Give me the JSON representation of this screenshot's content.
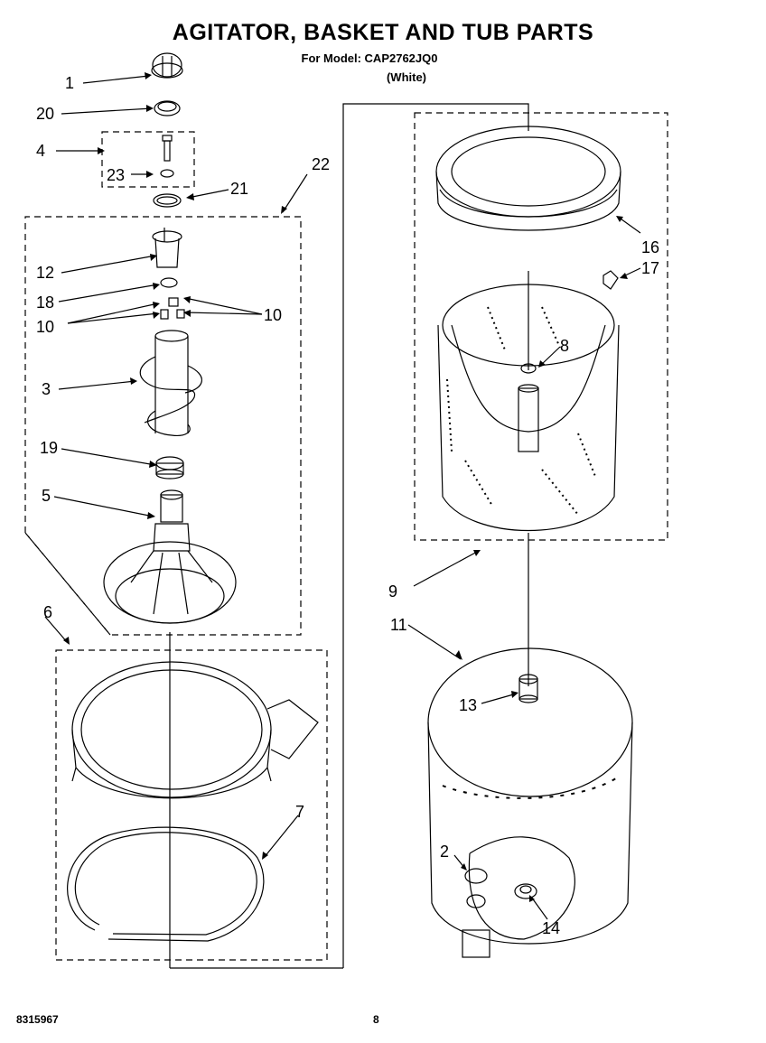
{
  "header": {
    "title": "AGITATOR, BASKET AND TUB PARTS",
    "model_line": "For Model: CAP2762JQ0",
    "variant": "(White)"
  },
  "footer": {
    "doc_number": "8315967",
    "page_number": "8"
  },
  "callouts": {
    "c1": "1",
    "c20": "20",
    "c4": "4",
    "c23": "23",
    "c21": "21",
    "c22": "22",
    "c12": "12",
    "c18": "18",
    "c10a": "10",
    "c10b": "10",
    "c3": "3",
    "c19": "19",
    "c5": "5",
    "c6": "6",
    "c7": "7",
    "c16": "16",
    "c17": "17",
    "c8": "8",
    "c9": "9",
    "c11": "11",
    "c13": "13",
    "c2": "2",
    "c14": "14"
  }
}
